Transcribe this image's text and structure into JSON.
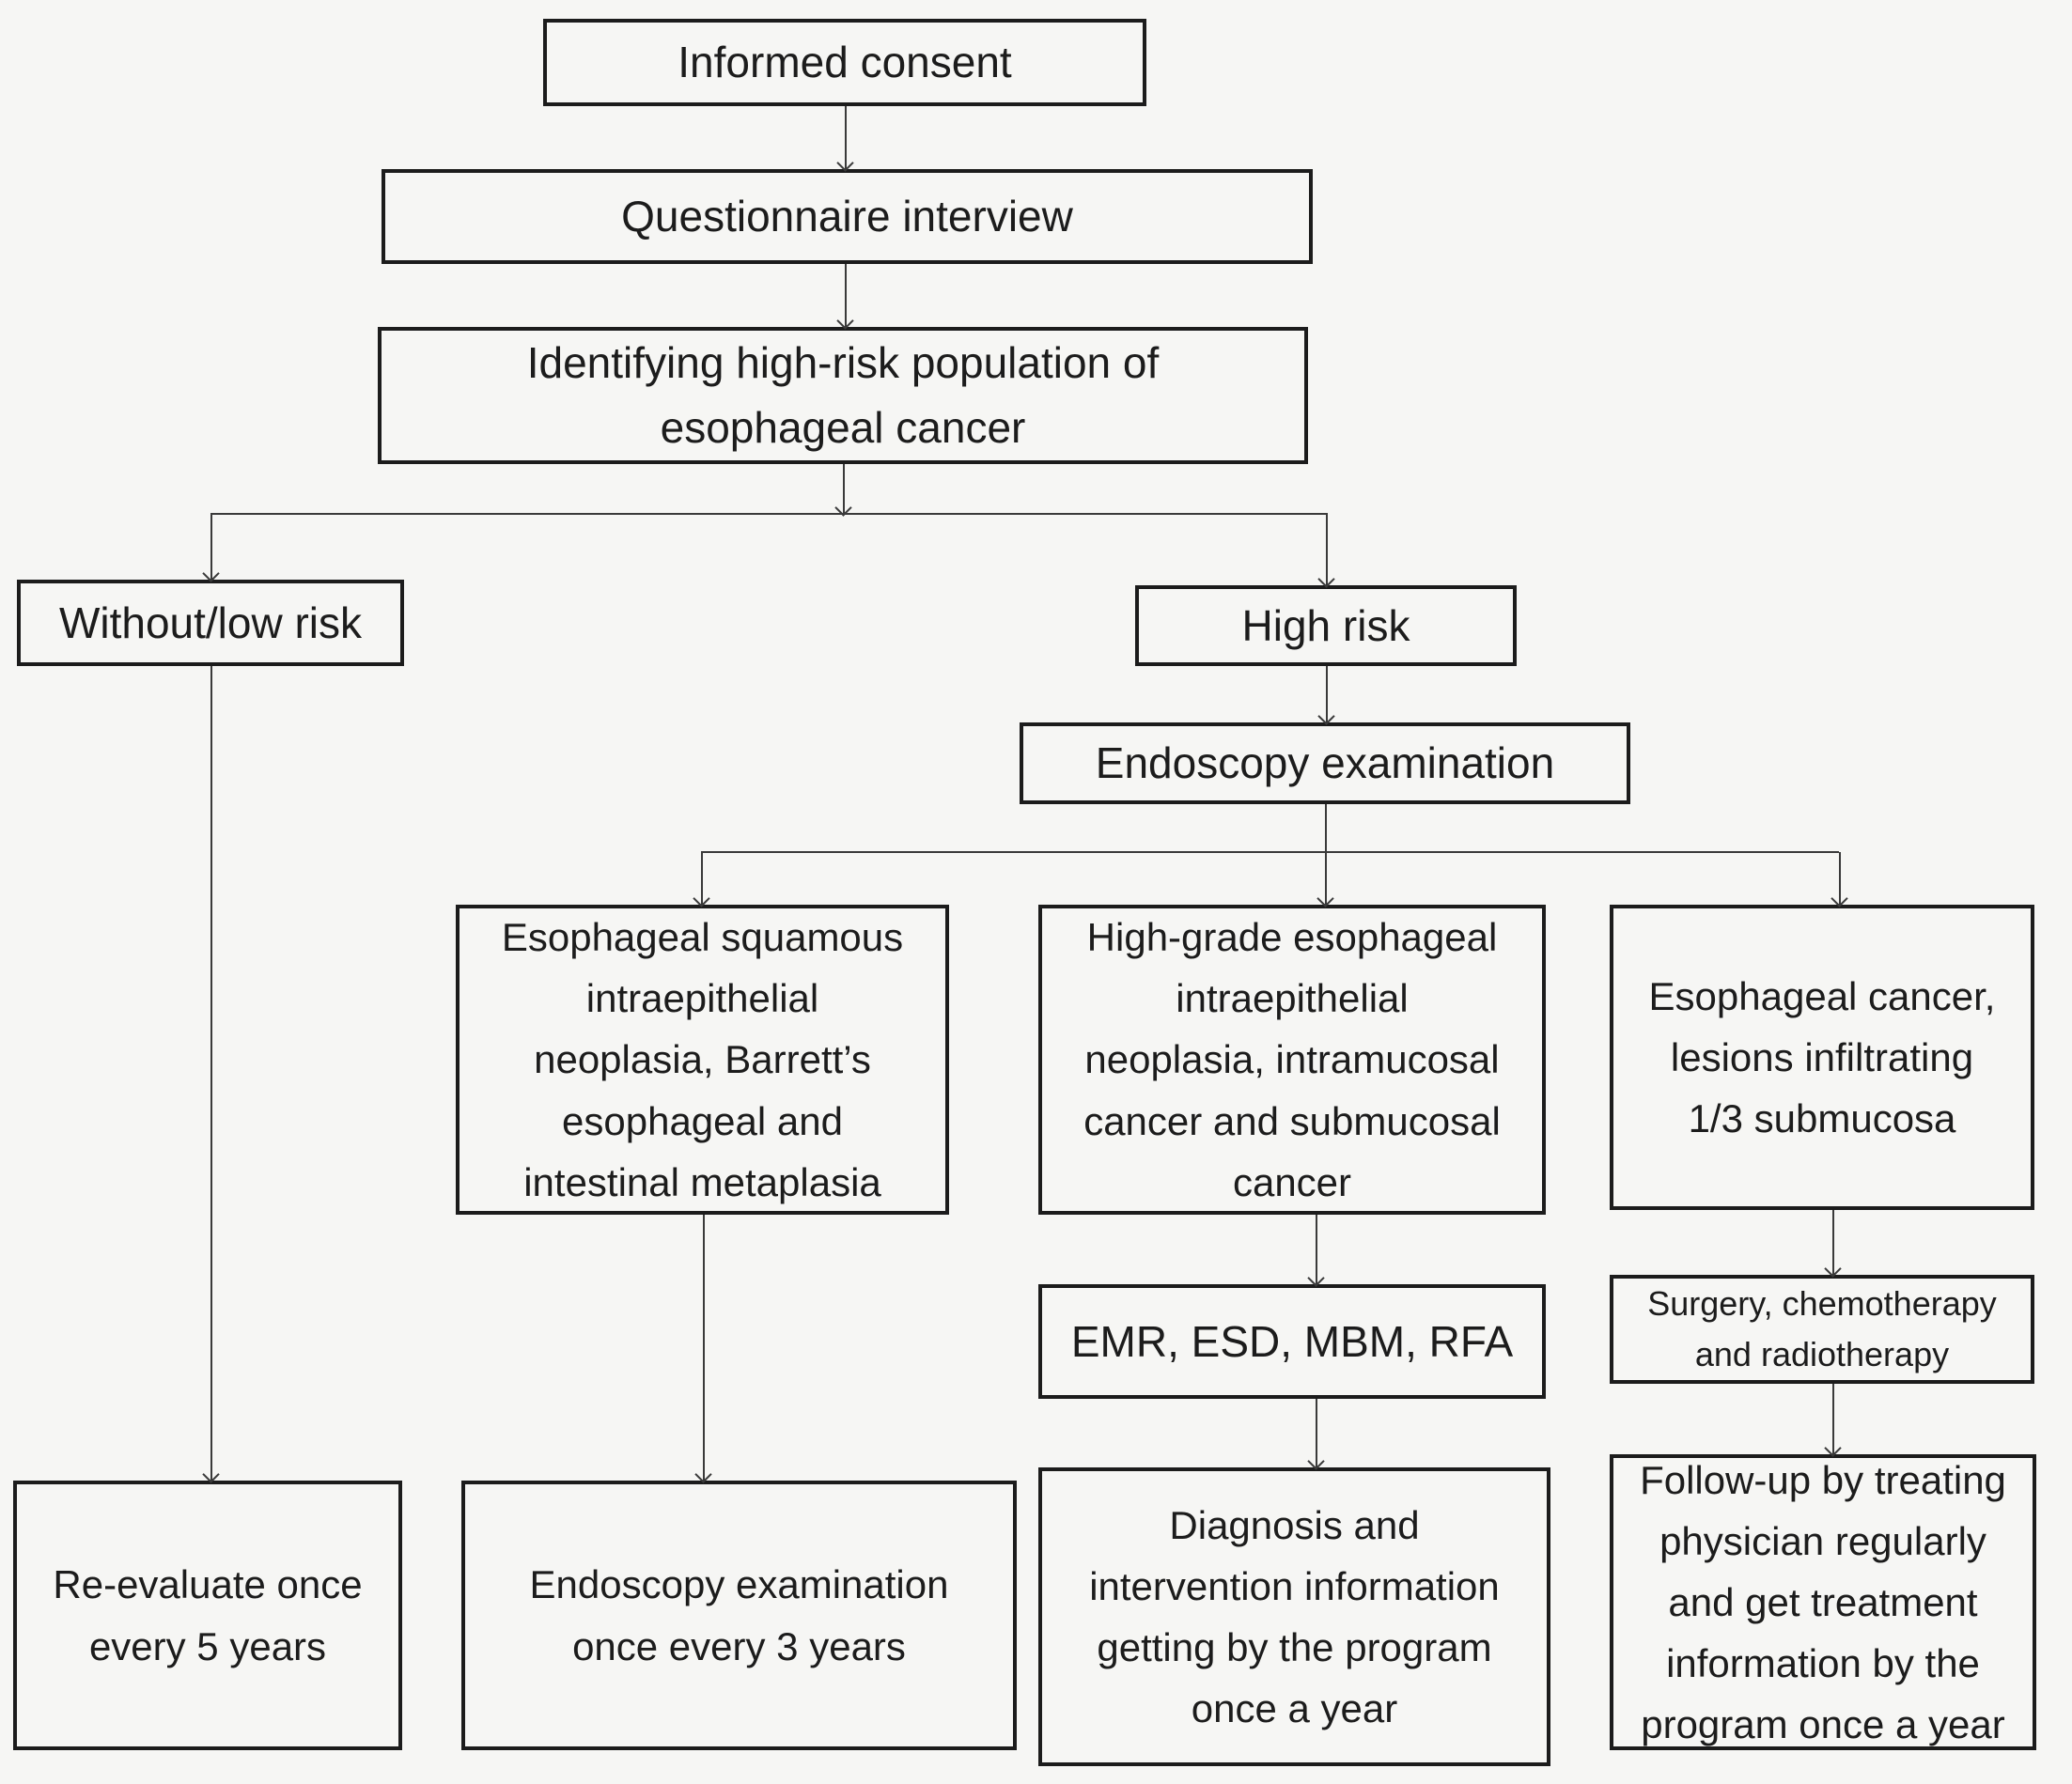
{
  "diagram": {
    "type": "flowchart",
    "colors": {
      "background": "#f6f6f4",
      "box_border": "#1c1c1c",
      "connector": "#3a3a3a",
      "text": "#1c1c1c"
    },
    "nodes": {
      "informed_consent": "Informed consent",
      "questionnaire": "Questionnaire interview",
      "identifying": "Identifying high-risk population of\nesophageal cancer",
      "without_low_risk": "Without/low risk",
      "high_risk": "High risk",
      "endoscopy": "Endoscopy examination",
      "squamous": "Esophageal squamous\nintraepithelial\nneoplasia, Barrett’s\nesophageal and\nintestinal metaplasia",
      "high_grade": "High-grade esophageal\nintraepithelial\nneoplasia, intramucosal\ncancer and submucosal\ncancer",
      "esophageal_cancer": "Esophageal cancer,\nlesions infiltrating\n1/3 submucosa",
      "emr": "EMR, ESD, MBM, RFA",
      "surgery": "Surgery, chemotherapy\nand radiotherapy",
      "reevaluate": "Re-evaluate once\nevery 5 years",
      "endoscopy_3yr": "Endoscopy examination\nonce every 3 years",
      "diagnosis": "Diagnosis and\nintervention information\ngetting by the program\nonce a year",
      "followup": "Follow-up by treating\nphysician regularly\nand get treatment\ninformation by the\nprogram once a year"
    }
  }
}
